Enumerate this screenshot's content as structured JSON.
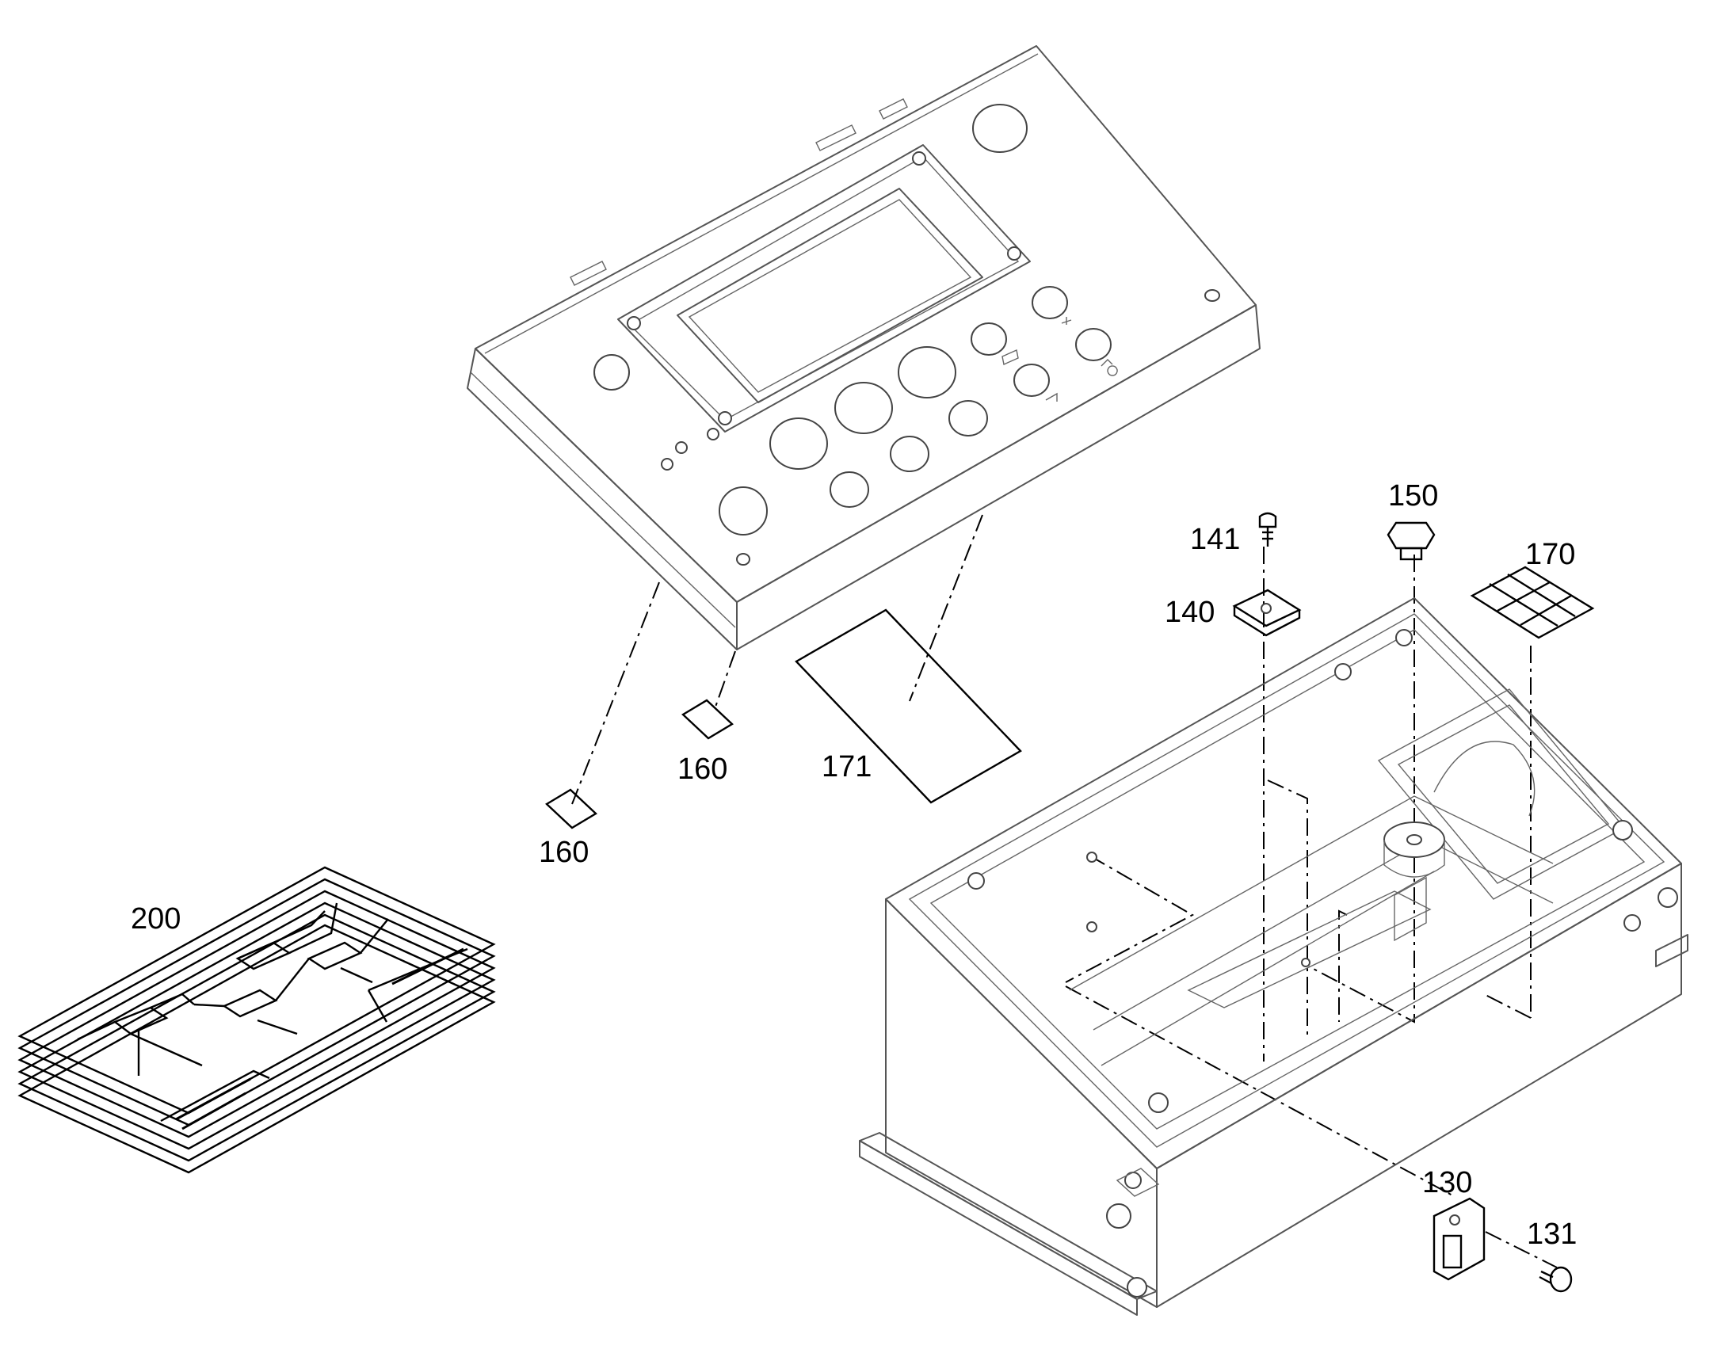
{
  "labels": {
    "p200": "200",
    "p160a": "160",
    "p160b": "160",
    "p171": "171",
    "p141": "141",
    "p150": "150",
    "p170": "170",
    "p140": "140",
    "p130": "130",
    "p131": "131"
  },
  "icons": [
    "front-panel",
    "display-frame",
    "enclosure-box",
    "document-stack",
    "label-sheet",
    "cable-clamp",
    "screw",
    "bolt",
    "rubber-pad"
  ],
  "colors": {
    "line": "#000000",
    "body_line": "#555555",
    "background": "#ffffff"
  }
}
